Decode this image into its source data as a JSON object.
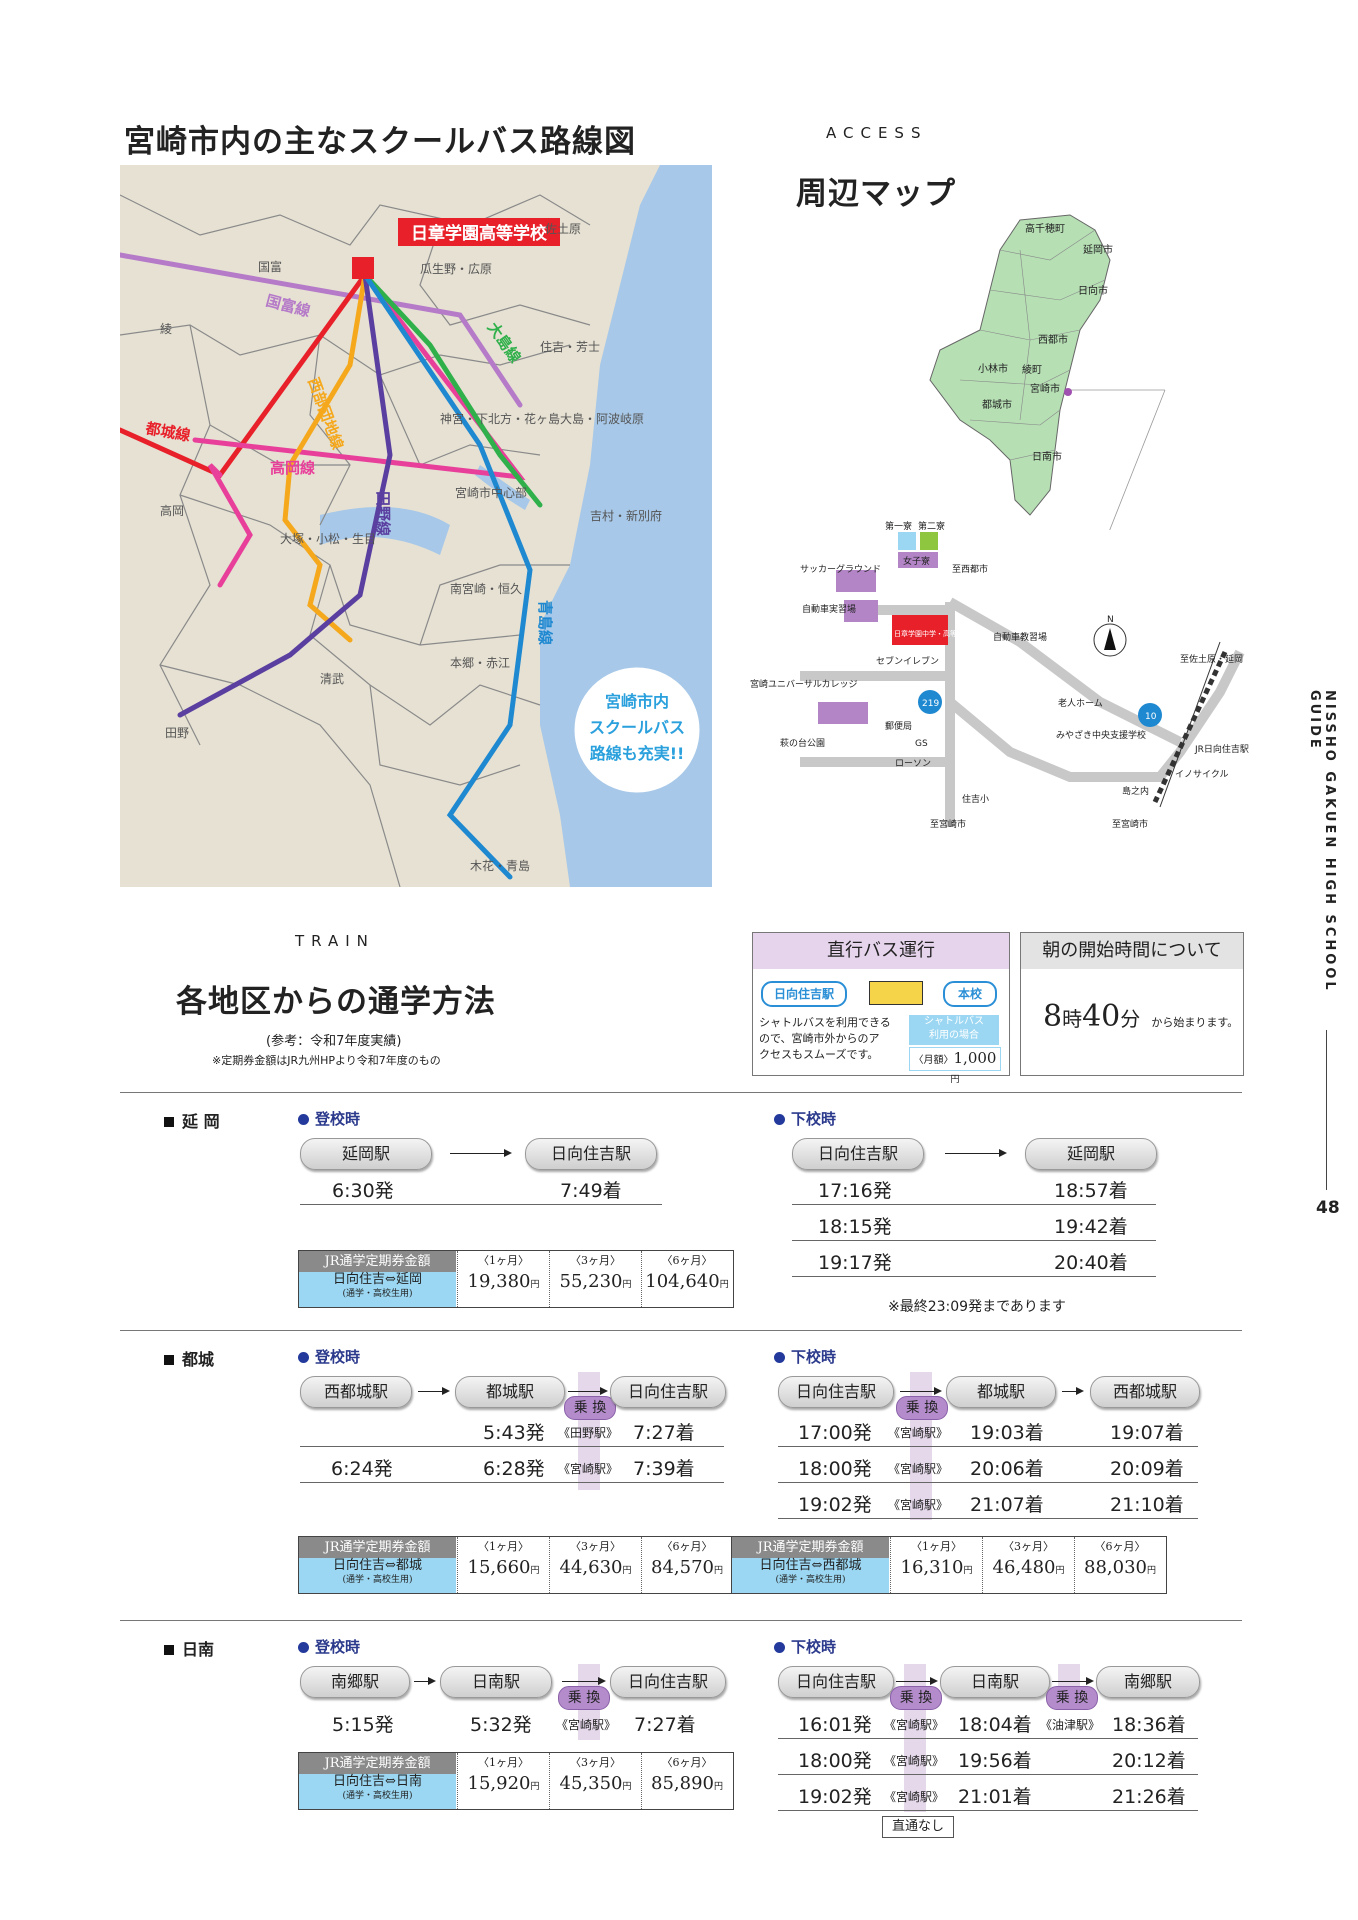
{
  "page": {
    "bus_map_title": "宮崎市内の主なスクールバス路線図",
    "access_tag": "ACCESS",
    "area_map_title": "周辺マップ",
    "train_tag": "TRAIN",
    "commute_title": "各地区からの通学方法",
    "reference_note": "(参考：令和7年度実績)",
    "fare_note": "※定期券金額はJR九州HPより令和7年度のもの",
    "side_title": "NISSHO GAKUEN HIGH SCHOOL GUIDE",
    "page_number": "48"
  },
  "bus_map": {
    "school_label": "日章学園高等学校",
    "promo": [
      "宮崎市内",
      "スクールバス",
      "路線も充実!!"
    ],
    "routes": [
      {
        "name": "国富線",
        "color": "#b57ac8"
      },
      {
        "name": "都城線",
        "color": "#e8202a"
      },
      {
        "name": "高岡線",
        "color": "#e8409a"
      },
      {
        "name": "西部団地線",
        "color": "#f5a81c"
      },
      {
        "name": "田野線",
        "color": "#5a3fa0"
      },
      {
        "name": "大島線",
        "color": "#2fb04a"
      },
      {
        "name": "青島線",
        "color": "#1e88d0"
      }
    ],
    "places": [
      "佐土原",
      "国富",
      "瓜生野・広原",
      "綾",
      "住吉・芳士",
      "神宮・下北方・花ヶ島",
      "大島・阿波岐原",
      "宮崎市中心部",
      "吉村・新別府",
      "高岡",
      "大塚・小松・生目",
      "南宮崎・恒久",
      "本郷・赤江",
      "清武",
      "田野",
      "木花・青島"
    ]
  },
  "area_map": {
    "prefecture_places": [
      "高千穂町",
      "延岡市",
      "日向市",
      "西都市",
      "小林市",
      "綾町",
      "宮崎市",
      "都城市",
      "日南市"
    ],
    "local_places": [
      "第一寮",
      "第二寮",
      "女子寮",
      "サッカーグラウンド",
      "自動車実習場",
      "至西都市",
      "日章学園中学・高等学校",
      "自動車教習場",
      "セブンイレブン",
      "宮崎ユニバーサルカレッジ",
      "郵便局",
      "GS",
      "萩の台公園",
      "ローソン",
      "老人ホーム",
      "みやざき中央支援学校",
      "至佐土原・延岡",
      "JR日向住吉駅",
      "イノサイクル",
      "島之内",
      "住吉小",
      "至宮崎市",
      "至宮崎市"
    ],
    "route_numbers": [
      "219",
      "10"
    ],
    "north": "N"
  },
  "direct_bus": {
    "title": "直行バス運行",
    "from": "日向住吉駅",
    "to": "本校",
    "desc": [
      "シャトルバスを利用できる",
      "ので、宮崎市外からのア",
      "クセスもスムーズです。"
    ],
    "shuttle_label": [
      "シャトルバス",
      "利用の場合"
    ],
    "monthly": "〈月額〉",
    "price": "1,000",
    "yen": "円"
  },
  "start_time": {
    "title": "朝の開始時間について",
    "time_h": "8",
    "h_unit": "時",
    "time_m": "40",
    "m_unit": "分",
    "suffix": "から始まります。"
  },
  "labels": {
    "to_school": "登校時",
    "from_school": "下校時",
    "transfer": "乗 換",
    "fare_header": "JR通学定期券金額",
    "student": "(通学・高校生用)",
    "m1": "〈1ヶ月〉",
    "m3": "〈3ヶ月〉",
    "m6": "〈6ヶ月〉",
    "yen": "円"
  },
  "nobeoka": {
    "area": "延 岡",
    "up_stations": [
      "延岡駅",
      "日向住吉駅"
    ],
    "up_rows": [
      [
        "6:30発",
        "7:49着"
      ]
    ],
    "down_stations": [
      "日向住吉駅",
      "延岡駅"
    ],
    "down_rows": [
      [
        "17:16発",
        "18:57着"
      ],
      [
        "18:15発",
        "19:42着"
      ],
      [
        "19:17発",
        "20:40着"
      ]
    ],
    "down_note": "※最終23:09発まであります",
    "fare_route": "日向住吉⇔延岡",
    "fares": [
      "19,380",
      "55,230",
      "104,640"
    ]
  },
  "miyakonojo": {
    "area": "都城",
    "up_stations": [
      "西都城駅",
      "都城駅",
      "日向住吉駅"
    ],
    "up_rows": [
      [
        "",
        "5:43発",
        "《田野駅》",
        "7:27着"
      ],
      [
        "6:24発",
        "6:28発",
        "《宮崎駅》",
        "7:39着"
      ]
    ],
    "down_stations": [
      "日向住吉駅",
      "都城駅",
      "西都城駅"
    ],
    "down_rows": [
      [
        "17:00発",
        "《宮崎駅》",
        "19:03着",
        "19:07着"
      ],
      [
        "18:00発",
        "《宮崎駅》",
        "20:06着",
        "20:09着"
      ],
      [
        "19:02発",
        "《宮崎駅》",
        "21:07着",
        "21:10着"
      ]
    ],
    "fare_route_1": "日向住吉⇔都城",
    "fares_1": [
      "15,660",
      "44,630",
      "84,570"
    ],
    "fare_route_2": "日向住吉⇔西都城",
    "fares_2": [
      "16,310",
      "46,480",
      "88,030"
    ]
  },
  "nichinan": {
    "area": "日南",
    "up_stations": [
      "南郷駅",
      "日南駅",
      "日向住吉駅"
    ],
    "up_rows": [
      [
        "5:15発",
        "5:32発",
        "《宮崎駅》",
        "7:27着"
      ]
    ],
    "down_stations": [
      "日向住吉駅",
      "日南駅",
      "南郷駅"
    ],
    "down_rows": [
      [
        "16:01発",
        "《宮崎駅》",
        "18:04着",
        "《油津駅》",
        "18:36着"
      ],
      [
        "18:00発",
        "《宮崎駅》",
        "19:56着",
        "",
        "20:12着"
      ],
      [
        "19:02発",
        "《宮崎駅》",
        "21:01着",
        "",
        "21:26着"
      ]
    ],
    "down_note": "直通なし",
    "fare_route": "日向住吉⇔日南",
    "fares": [
      "15,920",
      "45,350",
      "85,890"
    ]
  }
}
